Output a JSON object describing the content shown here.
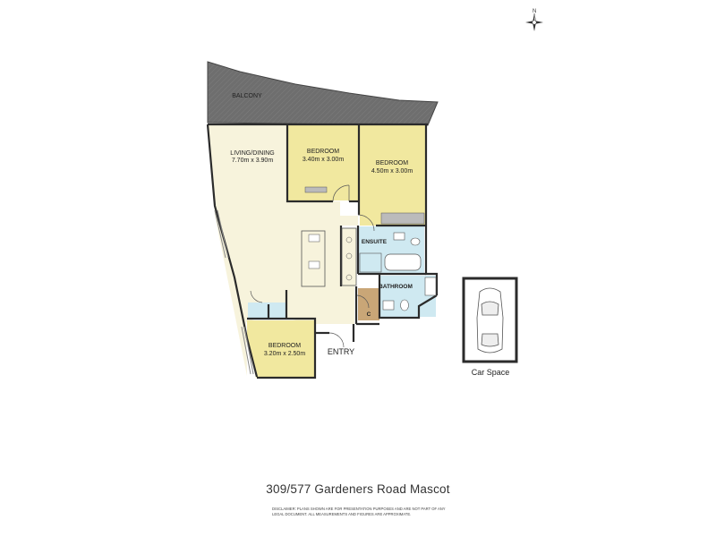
{
  "rooms": {
    "balcony": {
      "name": "BALCONY"
    },
    "living": {
      "name": "LIVING/DINING",
      "dims": "7.70m x 3.90m"
    },
    "bedroom_a": {
      "name": "BEDROOM",
      "dims": "3.40m x 3.00m"
    },
    "bedroom_b": {
      "name": "BEDROOM",
      "dims": "4.50m x 3.00m"
    },
    "bedroom_c": {
      "name": "BEDROOM",
      "dims": "3.20m x 2.50m"
    },
    "ensuite": {
      "name": "ENSUITE"
    },
    "bathroom": {
      "name": "BATHROOM"
    },
    "cupboard": {
      "name": "C"
    }
  },
  "entry": {
    "label": "ENTRY"
  },
  "car_space": {
    "label": "Car Space"
  },
  "compass": {
    "label": "N"
  },
  "address": "309/577 Gardeners Road Mascot",
  "disclaimer": "DISCLAIMER: PLANS SHOWN ARE FOR PRESENTATION PURPOSES AND ARE NOT PART OF ANY LEGAL DOCUMENT. ALL MEASUREMENTS AND FIGURES ARE APPROXIMATE.",
  "colors": {
    "living": "#f7f3dc",
    "bedroom": "#f1e89f",
    "wet_area": "#cfe9f1",
    "balcony": "#707070",
    "cupboard": "#c9a677",
    "wall": "#2b2b2b"
  }
}
